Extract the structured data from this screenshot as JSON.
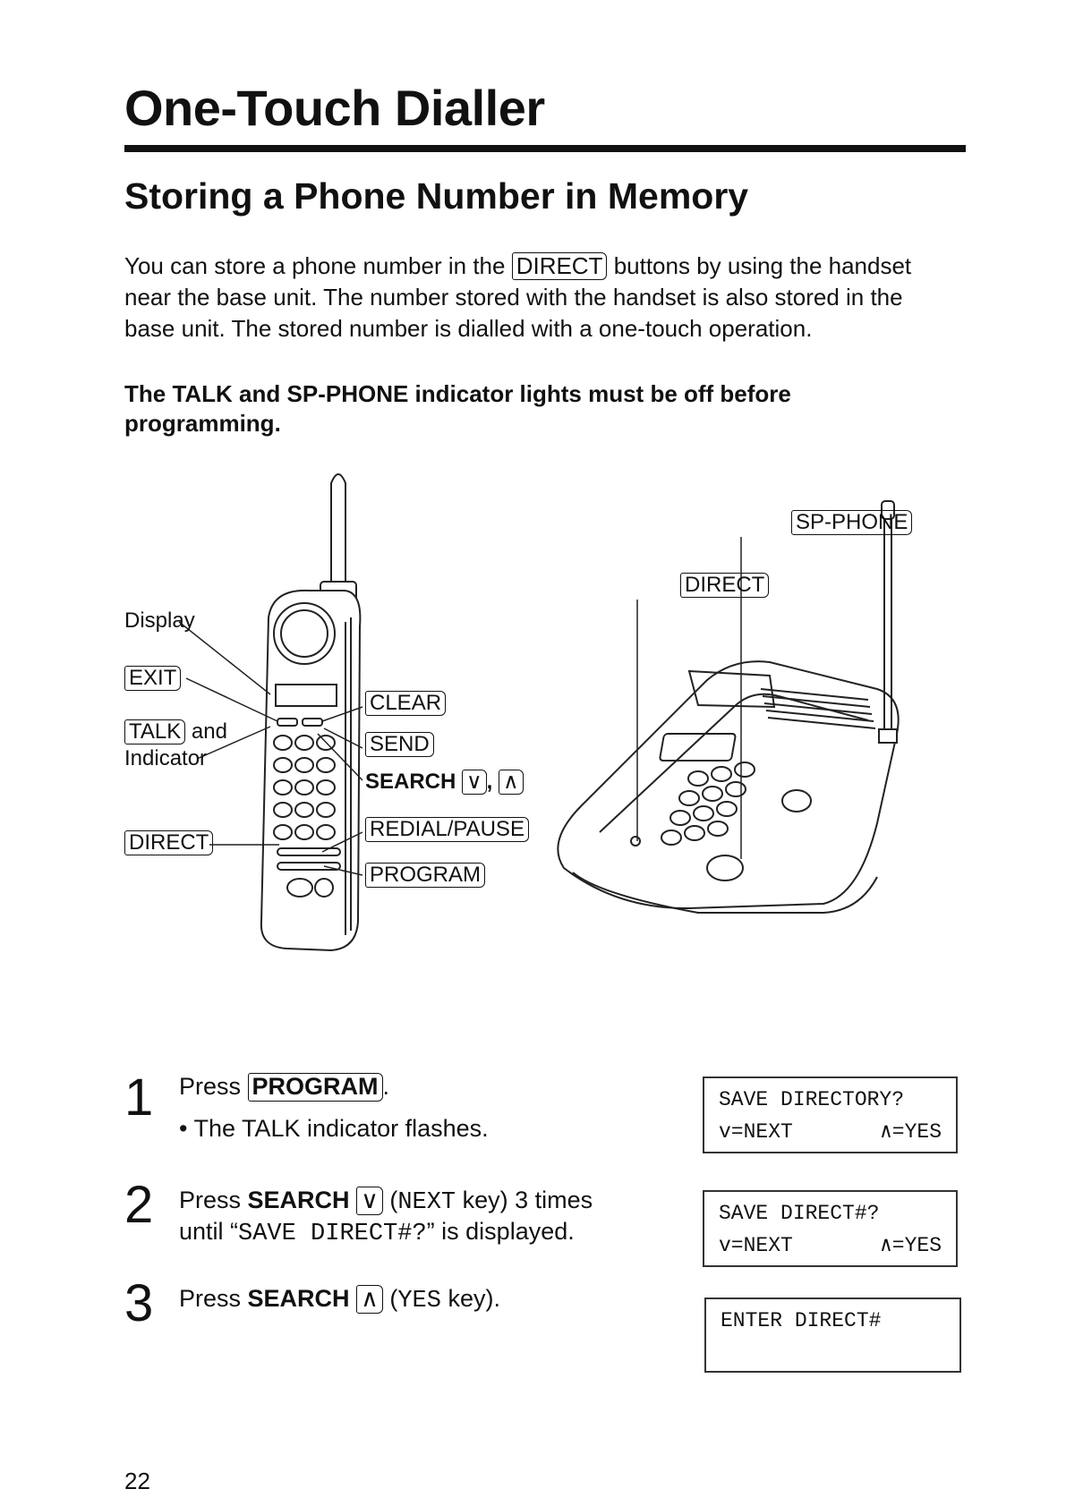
{
  "title": "One-Touch Dialler",
  "subtitle": "Storing a Phone Number in Memory",
  "intro": {
    "p1_before": "You can store a phone number in the ",
    "p1_key": "DIRECT",
    "p1_after": " buttons by using the handset near the base unit. The number stored with the handset is also stored in the base unit. The stored number is dialled with a one-touch operation.",
    "warning": "The TALK and SP-PHONE indicator lights must be off before programming."
  },
  "figure": {
    "handset_labels": {
      "display": "Display",
      "exit": "EXIT",
      "talk": "TALK",
      "talk_and": "and",
      "indicator": "Indicator",
      "direct": "DIRECT",
      "clear": "CLEAR",
      "send": "SEND",
      "search": "SEARCH",
      "search_down": "∨",
      "search_up": "∧",
      "redial": "REDIAL/PAUSE",
      "program": "PROGRAM"
    },
    "base_labels": {
      "sp_phone": "SP-PHONE",
      "direct": "DIRECT"
    }
  },
  "steps": [
    {
      "num": "1",
      "line1_before": "Press ",
      "line1_key": "PROGRAM",
      "line1_after": ".",
      "line2": "• The TALK indicator flashes.",
      "display_line1": "SAVE DIRECTORY?",
      "display_left": "v=NEXT",
      "display_right": "∧=YES"
    },
    {
      "num": "2",
      "line1_before": "Press ",
      "line1_bold": "SEARCH",
      "line1_key": "∨",
      "line1_mono": "NEXT",
      "line1_after": " key) 3 times",
      "line2_before": "until “",
      "line2_mono": "SAVE DIRECT#?",
      "line2_after": "” is displayed.",
      "display_line1": "SAVE DIRECT#?",
      "display_left": "v=NEXT",
      "display_right": "∧=YES"
    },
    {
      "num": "3",
      "line1_before": "Press ",
      "line1_bold": "SEARCH",
      "line1_key": "∧",
      "line1_mono": "YES",
      "line1_after": " key).",
      "display_line1": "ENTER DIRECT#"
    }
  ],
  "page_number": "22"
}
